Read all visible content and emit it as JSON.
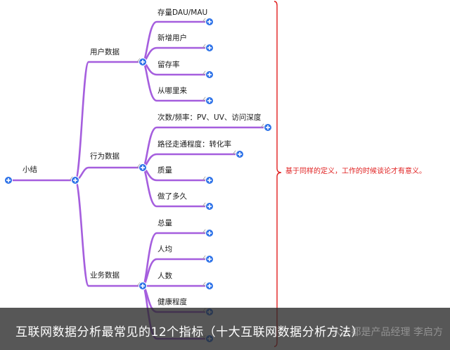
{
  "root": {
    "label": "小结"
  },
  "groups": [
    {
      "label": "用户数据",
      "leaves": [
        "存量DAU/MAU",
        "新增用户",
        "留存率",
        "从哪里来"
      ]
    },
    {
      "label": "行为数据",
      "leaves": [
        "次数/频率：PV、UV、访问深度",
        "路径走通程度：转化率",
        "质量",
        "做了多久"
      ]
    },
    {
      "label": "业务数据",
      "leaves": [
        "总量",
        "人均",
        "人数",
        "健康程度",
        ""
      ]
    }
  ],
  "note": "基于同样的定义，工作的时候谈论才有意义。",
  "banner": {
    "title": "互联网数据分析最常见的12个指标（十大互联网数据分析方法）",
    "watermark": "人人都是产品经理 李启方"
  },
  "colors": {
    "line": "#a55ede",
    "node": "#2f73e8",
    "bracket": "#e02020",
    "banner": "#282828"
  },
  "icons": {
    "expand": "plus-circle-icon"
  }
}
